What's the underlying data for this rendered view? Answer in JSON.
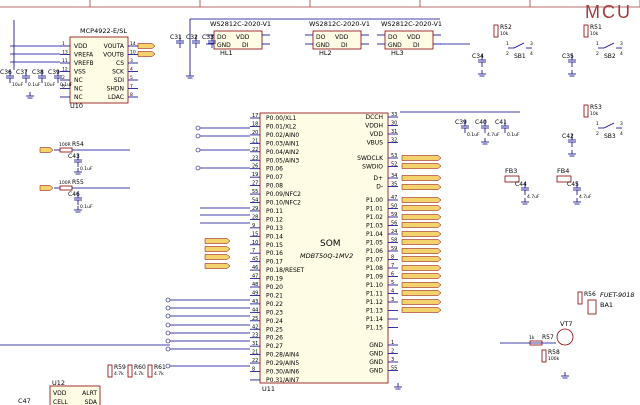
{
  "sheet": {
    "title": "MCU"
  },
  "colors": {
    "wire": "#00008b",
    "body_stroke": "#8b0000",
    "body_fill": "#fffce6",
    "label_fill": "#f3d36b",
    "ref": "#8b0000",
    "net": "#8b0000"
  },
  "dac": {
    "name": "MCP4922-E/SL",
    "ref": "U10",
    "pins": [
      {
        "num": "1",
        "name": "VDD"
      },
      {
        "num": "14",
        "name": "VOUTA"
      },
      {
        "num": "13",
        "name": "VREFA"
      },
      {
        "num": "10",
        "name": "VOUTB"
      },
      {
        "num": "11",
        "name": "VREFB"
      },
      {
        "num": "3",
        "name": "CS"
      },
      {
        "num": "12",
        "name": "VSS"
      },
      {
        "num": "4",
        "name": "SCK"
      },
      {
        "num": "2",
        "name": "NC"
      },
      {
        "num": "5",
        "name": "SDI"
      },
      {
        "num": "6",
        "name": "NC"
      },
      {
        "num": "7",
        "name": "SHDN"
      },
      {
        "num": "",
        "name": "NC"
      },
      {
        "num": "8",
        "name": "LDAC"
      }
    ],
    "caps": [
      {
        "ref": "C36",
        "value": "10uF"
      },
      {
        "ref": "C37",
        "value": "0.1uF"
      },
      {
        "ref": "C38",
        "value": "10uF"
      },
      {
        "ref": "C39",
        "value": "0.1uF"
      }
    ]
  },
  "leds": {
    "parts": [
      {
        "type": "WS2812C-2020-V1",
        "ref": "HL1"
      },
      {
        "type": "WS2812C-2020-V1",
        "ref": "HL2"
      },
      {
        "type": "WS2812C-2020-V1",
        "ref": "HL3"
      }
    ],
    "pins": [
      "DO",
      "VDD",
      "GND",
      "DI"
    ],
    "caps": [
      "C31",
      "C32",
      "C33"
    ]
  },
  "som": {
    "name": "SOM",
    "part": "MDBT50Q-1MV2",
    "ref": "U11",
    "left_pins": [
      {
        "num": "17",
        "name": "P0.00/XL1"
      },
      {
        "num": "18",
        "name": "P0.01/XL2"
      },
      {
        "num": "20",
        "name": "P0.02/AIN0"
      },
      {
        "num": "21",
        "name": "P0.03/AIN1"
      },
      {
        "num": "22",
        "name": "P0.04/AIN2"
      },
      {
        "num": "23",
        "name": "P0.05/AIN3"
      },
      {
        "num": "26",
        "name": "P0.06"
      },
      {
        "num": "19",
        "name": "P0.07"
      },
      {
        "num": "27",
        "name": "P0.08"
      },
      {
        "num": "55",
        "name": "P0.09/NFC2"
      },
      {
        "num": "54",
        "name": "P0.10/NFC2"
      },
      {
        "num": "29",
        "name": "P0.11"
      },
      {
        "num": "28",
        "name": "P0.12"
      },
      {
        "num": "9",
        "name": "P0.13"
      },
      {
        "num": "15",
        "name": "P0.14"
      },
      {
        "num": "10",
        "name": "P0.15"
      },
      {
        "num": "7",
        "name": "P0.16"
      },
      {
        "num": "45",
        "name": "P0.17"
      },
      {
        "num": "46",
        "name": "P0.18/RESET"
      },
      {
        "num": "47",
        "name": "P0.19"
      },
      {
        "num": "48",
        "name": "P0.20"
      },
      {
        "num": "49",
        "name": "P0.21"
      },
      {
        "num": "43",
        "name": "P0.22"
      },
      {
        "num": "44",
        "name": "P0.23"
      },
      {
        "num": "25",
        "name": "P0.24"
      },
      {
        "num": "42",
        "name": "P0.25"
      },
      {
        "num": "23",
        "name": "P0.26"
      },
      {
        "num": "31",
        "name": "P0.27"
      },
      {
        "num": "21",
        "name": "P0.28/AIN4"
      },
      {
        "num": "22",
        "name": "P0.29/AIN5"
      },
      {
        "num": "8",
        "name": "P0.30/AIN6"
      },
      {
        "num": "",
        "name": "P0.31/AIN7"
      }
    ],
    "right_top": [
      {
        "num": "33",
        "name": "DCCH"
      },
      {
        "num": "30",
        "name": "VDDH"
      },
      {
        "num": "31",
        "name": "VDD"
      },
      {
        "num": "32",
        "name": "VBUS"
      }
    ],
    "right_swd": [
      {
        "num": "53",
        "name": "SWDCLK"
      },
      {
        "num": "52",
        "name": "SWDIO"
      }
    ],
    "right_usb": [
      {
        "num": "34",
        "name": "D+"
      },
      {
        "num": "35",
        "name": "D-"
      }
    ],
    "right_p1": [
      {
        "num": "47",
        "name": "P1.00"
      },
      {
        "num": "50",
        "name": "P1.01"
      },
      {
        "num": "59",
        "name": "P1.02"
      },
      {
        "num": "56",
        "name": "P1.03"
      },
      {
        "num": "24",
        "name": "P1.04"
      },
      {
        "num": "58",
        "name": "P1.05"
      },
      {
        "num": "59",
        "name": "P1.06"
      },
      {
        "num": "8",
        "name": "P1.07"
      },
      {
        "num": "7",
        "name": "P1.08"
      },
      {
        "num": "6",
        "name": "P1.09"
      },
      {
        "num": "5",
        "name": "P1.10"
      },
      {
        "num": "4",
        "name": "P1.11"
      },
      {
        "num": "3",
        "name": "P1.12"
      },
      {
        "num": "",
        "name": "P1.13"
      },
      {
        "num": "",
        "name": "P1.14"
      },
      {
        "num": "",
        "name": "P1.15"
      }
    ],
    "right_gnd": [
      {
        "num": "1",
        "name": "GND"
      },
      {
        "num": "2",
        "name": "GND"
      },
      {
        "num": "3",
        "name": "GND"
      },
      {
        "num": "55",
        "name": "GND"
      }
    ]
  },
  "filters": [
    {
      "r_ref": "R54",
      "r_val": "100R",
      "c_ref": "C43",
      "c_val": "0.1uF"
    },
    {
      "r_ref": "R55",
      "r_val": "100R",
      "c_ref": "C46",
      "c_val": "0.1uF"
    }
  ],
  "vdd_caps": [
    {
      "ref": "C39",
      "value": "0.1uF"
    },
    {
      "ref": "C40",
      "value": "4.7uF"
    },
    {
      "ref": "C41",
      "value": "0.1uF"
    }
  ],
  "vbus_filters": [
    {
      "fb": "FB3",
      "cap": "C44",
      "cap_val": "4.7uF"
    },
    {
      "fb": "FB4",
      "cap": "C45",
      "cap_val": "4.7uF"
    }
  ],
  "switches": [
    {
      "ref": "SB1",
      "r": "R52",
      "c": "C34"
    },
    {
      "ref": "SB2",
      "r": "R51",
      "c": "C35"
    },
    {
      "ref": "SB3",
      "r": "R53",
      "c": "C42"
    }
  ],
  "buzzer": {
    "ref": "BA1",
    "part": "FUET-9018",
    "q": "VT7",
    "r1": "R56",
    "r2": "R57",
    "r3": "R58"
  },
  "bottom": {
    "ref": "U12",
    "pins_left": [
      "VDD",
      "CELL"
    ],
    "pins_right": [
      "ALRT",
      "SDA"
    ],
    "rs": [
      "R59",
      "R60",
      "R61"
    ],
    "r_val": "4.7k",
    "cap_ref": "C47"
  }
}
